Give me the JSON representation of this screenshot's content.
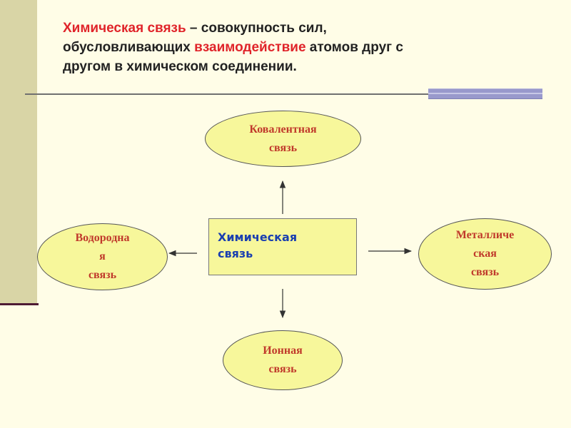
{
  "heading": {
    "term": "Химическая связь",
    "line1_rest": " – совокупность сил,",
    "line2_start": "обусловливающих ",
    "highlight": "взаимодействие",
    "line2_rest": " атомов друг с",
    "line3": "другом в химическом соединении."
  },
  "diagram": {
    "center": {
      "line1": "Химическая",
      "line2": "связь"
    },
    "top": {
      "line1": "Ковалентная",
      "line2": "связь"
    },
    "left": {
      "line1": "Водородна",
      "line2": "я",
      "line3": "связь"
    },
    "right": {
      "line1": "Металличе",
      "line2": "ская",
      "line3": "связь"
    },
    "bottom": {
      "line1": "Ионная",
      "line2": "связь"
    }
  },
  "colors": {
    "background": "#fffde7",
    "node_fill": "#f7f79b",
    "node_text": "#c0392b",
    "center_text": "#1a3fb0",
    "highlight": "#e0242a"
  }
}
